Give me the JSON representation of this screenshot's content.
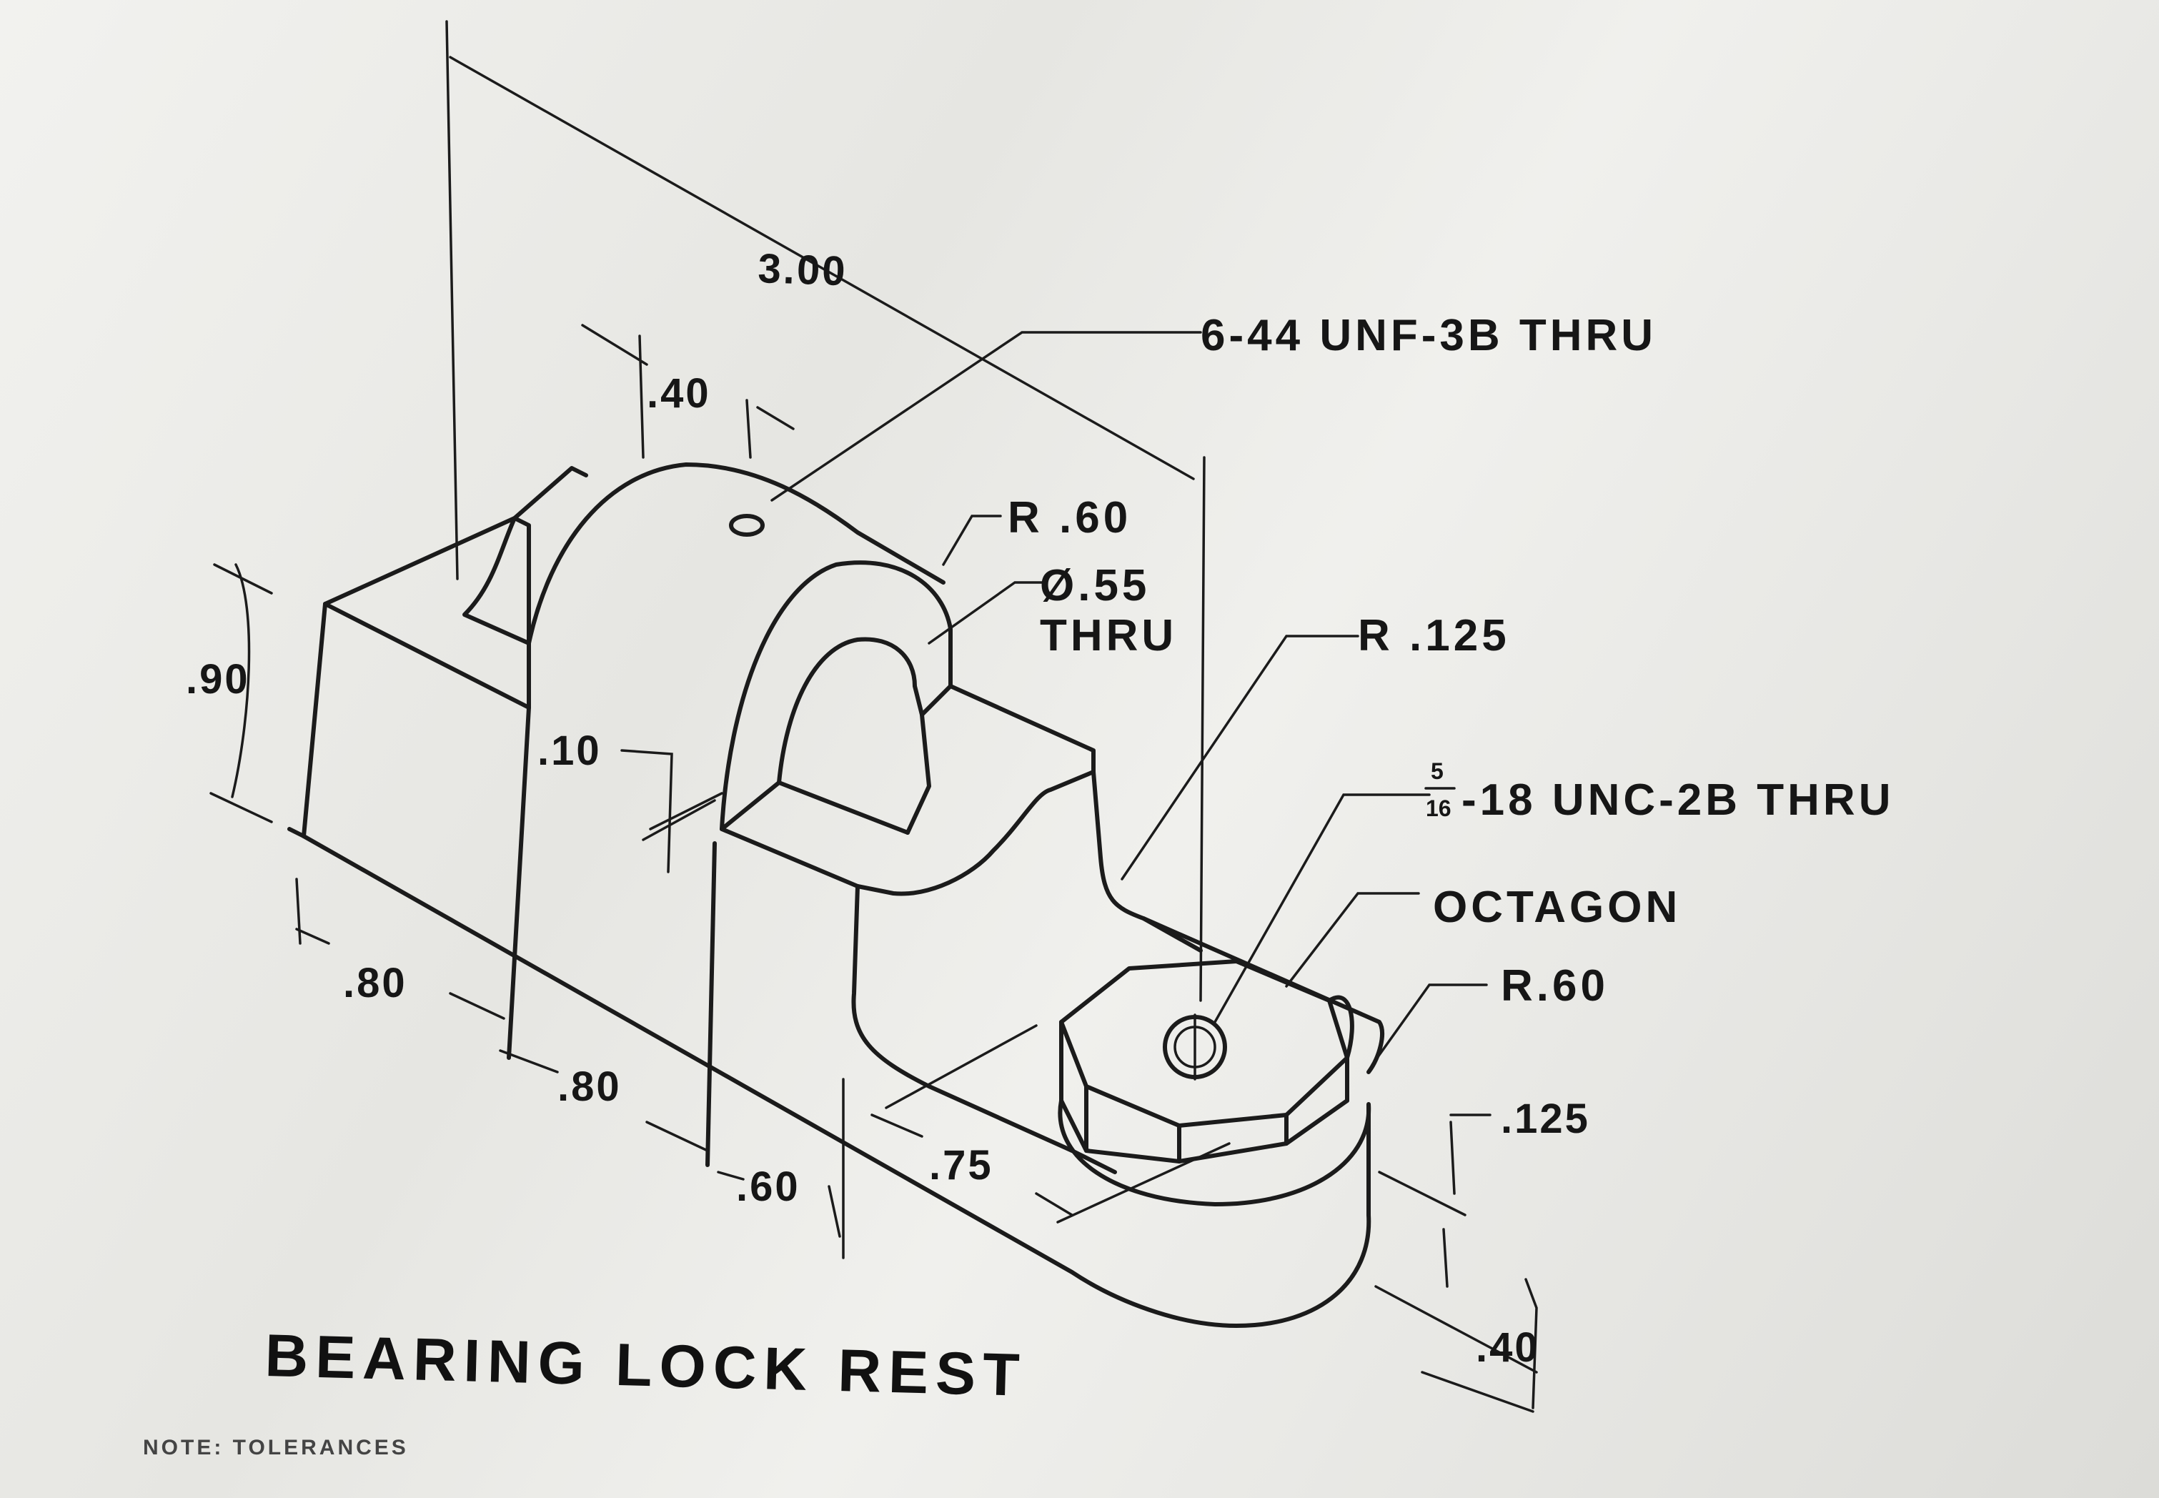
{
  "title": "BEARING LOCK REST",
  "note": "NOTE: TOLERANCES",
  "dimensions": {
    "overall_length": "3.00",
    "top_width": ".40",
    "height": ".90",
    "slot_gap": ".10",
    "base_80_a": ".80",
    "base_80_b": ".80",
    "base_60": ".60",
    "octagon_offset": ".75",
    "octagon_height": ".125",
    "base_thickness": ".40"
  },
  "callouts": {
    "tapped_hole_small": "6-44 UNF-3B THRU",
    "radius_top": "R .60",
    "bore_diameter": "Ø.55",
    "bore_thru": "THRU",
    "fillet_radius": "R .125",
    "tapped_hole_frac_num": "5",
    "tapped_hole_frac_den": "16",
    "tapped_hole_large": "-18 UNC-2B THRU",
    "octagon": "OCTAGON",
    "radius_end": "R.60"
  }
}
